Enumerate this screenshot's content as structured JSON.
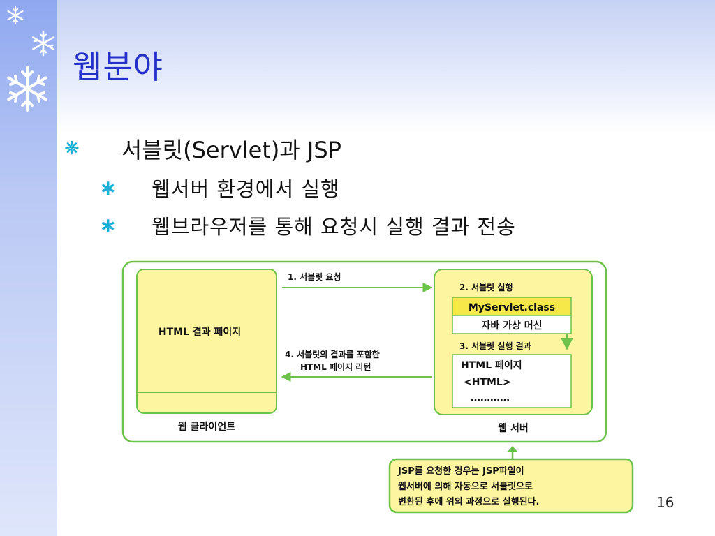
{
  "slide": {
    "title": "웹분야",
    "page_number": "16",
    "bullets": [
      {
        "level": 1,
        "text": "서블릿(Servlet)과 JSP"
      },
      {
        "level": 2,
        "text": "웹서버 환경에서 실행"
      },
      {
        "level": 2,
        "text": "웹브라우저를 통해 요청시 실행 결과 전송"
      }
    ]
  },
  "diagram": {
    "client_box_label": "HTML 결과 페이지",
    "client_caption": "웹 클라이언트",
    "server_caption": "웹 서버",
    "arrow1_label": "1. 서블릿 요청",
    "step2_label": "2. 서블릿 실행",
    "class_label": "MyServlet.class",
    "jvm_label": "자바 가상 머신",
    "step3_label": "3. 서블릿 실행 결과",
    "result_line1": "HTML 페이지",
    "result_line2": "<HTML>",
    "result_line3": "…………",
    "arrow4_line1": "4. 서블릿의 결과를 포함한",
    "arrow4_line2": "HTML 페이지 리턴",
    "note_line1": "JSP를 요청한 경우는 JSP파일이",
    "note_line2": "웹서버에 의해 자동으로 서블릿으로",
    "note_line3": "변환된 후에 위의 과정으로 실행된다."
  },
  "colors": {
    "title": "#2431c8",
    "bullet": "#1ab0d8",
    "diagram_green": "#6cc24a",
    "diagram_yellow": "#fdf5a0",
    "class_yellow": "#f7e84a"
  }
}
